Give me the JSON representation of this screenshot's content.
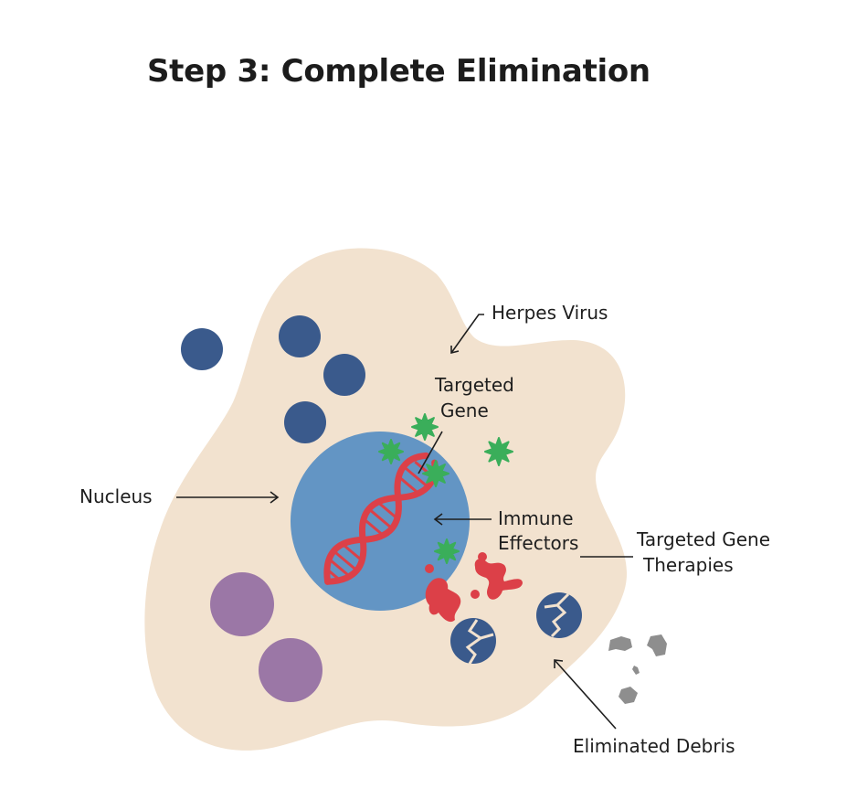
{
  "title": "Step 3: Complete Elimination",
  "labels": {
    "herpes_virus": "Herpes Virus",
    "targeted_gene": [
      "Targeted",
      "Gene"
    ],
    "nucleus": "Nucleus",
    "immune_effectors": [
      "Immune",
      "Effectors"
    ],
    "targeted_gene_therapies": [
      "Targeted Gene",
      "Therapies"
    ],
    "eliminated_debris": "Eliminated Debris"
  },
  "colors": {
    "cell": "#f2e2cf",
    "nucleus": "#6395c4",
    "organelle_blue": "#3a5a8c",
    "organelle_purple": "#9b77a6",
    "virus_green": "#3aae5a",
    "dna_red": "#dc4048",
    "debris_gray": "#8e8e8e",
    "line": "#1e1e1e"
  }
}
